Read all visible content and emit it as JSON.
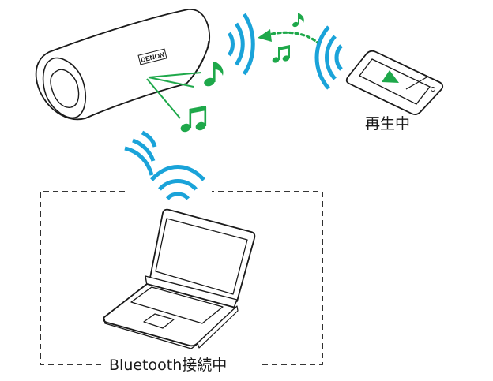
{
  "labels": {
    "playing": "再生中",
    "bluetooth_connected": "Bluetooth接続中"
  },
  "speaker": {
    "brand": "DENON"
  },
  "icons": {
    "speaker": "bluetooth-speaker-icon",
    "phone": "smartphone-icon",
    "laptop": "laptop-icon",
    "wave": "wireless-signal-icon",
    "note": "music-note-icon",
    "arrow": "dotted-arrow-icon"
  },
  "colors": {
    "wireless_blue": "#1aa3d9",
    "music_green": "#1ea84a",
    "outline": "#1a1a1a",
    "play_triangle": "#1ea84a"
  }
}
